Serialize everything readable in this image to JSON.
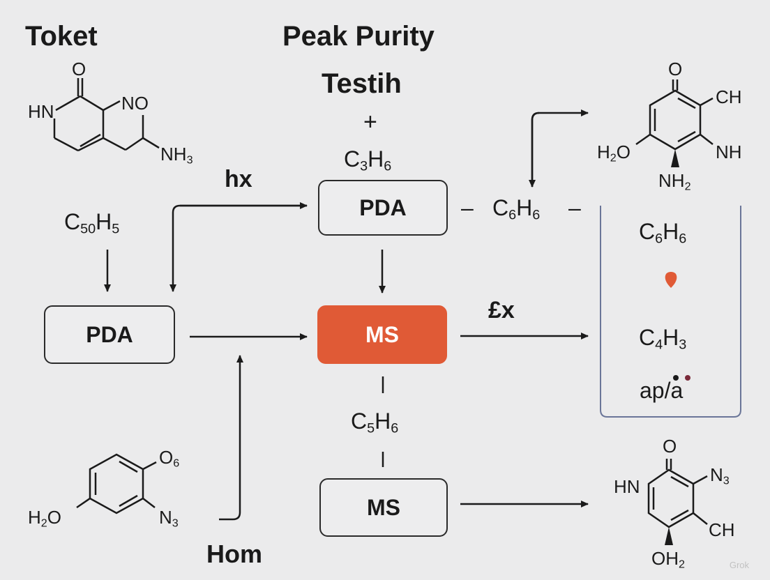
{
  "title": {
    "line1": "Peak Purity",
    "line2": "Testih"
  },
  "toket_label": "Toket",
  "plus": "+",
  "labels": {
    "hx": "hx",
    "ex": "£x",
    "hom": "Hom",
    "ap_a": "ap/a"
  },
  "boxes": {
    "pda_left": "PDA",
    "pda_top": "PDA",
    "ms_center": "MS",
    "ms_bottom": "MS"
  },
  "formulas": {
    "c3h6": [
      "C",
      "3",
      "H",
      "6"
    ],
    "c50h5": [
      "C",
      "50",
      "H",
      "5"
    ],
    "c6h6_mid": [
      "C",
      "6",
      "H",
      "6"
    ],
    "c5h6": [
      "C",
      "5",
      "H",
      "6"
    ],
    "c6h6_panel": [
      "C",
      "6",
      "H",
      "6"
    ],
    "c4h3_panel": [
      "C",
      "4",
      "H",
      "3"
    ]
  },
  "dashes": {
    "c6h6_left": "–",
    "c6h6_right": "–"
  },
  "molecules": {
    "top_left": {
      "o": "O",
      "hn": "HN",
      "no": "NO",
      "nh3": [
        "NH",
        "3"
      ]
    },
    "bottom_left": {
      "o6": [
        "O",
        "6"
      ],
      "h2o": [
        "H",
        "2",
        "O"
      ],
      "n3": [
        "N",
        "3"
      ]
    },
    "top_right": {
      "o": "O",
      "ch": "CH",
      "h2o": [
        "H",
        "2",
        "O"
      ],
      "nh": "NH",
      "nh2": [
        "NH",
        "2"
      ]
    },
    "bottom_right": {
      "o": "O",
      "hn": "HN",
      "n3": [
        "N",
        "3"
      ],
      "ch": "CH",
      "oh2": [
        "OH",
        "2"
      ]
    }
  },
  "watermark": "Grok",
  "colors": {
    "background": "#ebebec",
    "accent": "#e05a36",
    "ink": "#1a1a1a",
    "panel_border": "#6a7598"
  }
}
